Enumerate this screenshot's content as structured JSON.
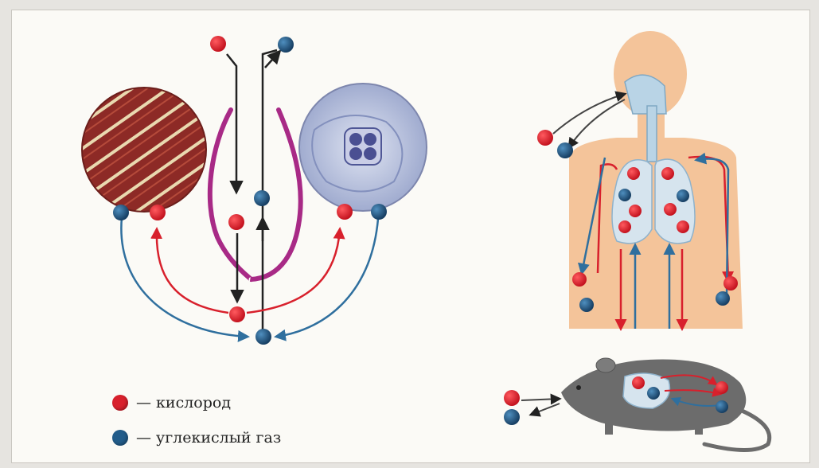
{
  "colors": {
    "oxygen": "#d8202c",
    "carbon_dioxide": "#225c8a",
    "oxygen_line": "#d8202c",
    "co2_line": "#2f6f9e",
    "flow_line": "#222222",
    "loop": "#a82a86",
    "body": "#f4c49a",
    "lung": "#d6e4ee",
    "rat": "#6c6c6c"
  },
  "legend": [
    {
      "label": "— кислород",
      "color_key": "oxygen"
    },
    {
      "label": "— углекислый газ",
      "color_key": "carbon_dioxide"
    }
  ],
  "icons": [
    "muscle-tissue-image",
    "cell-image",
    "human-body-figure",
    "lungs",
    "rat-figure"
  ]
}
